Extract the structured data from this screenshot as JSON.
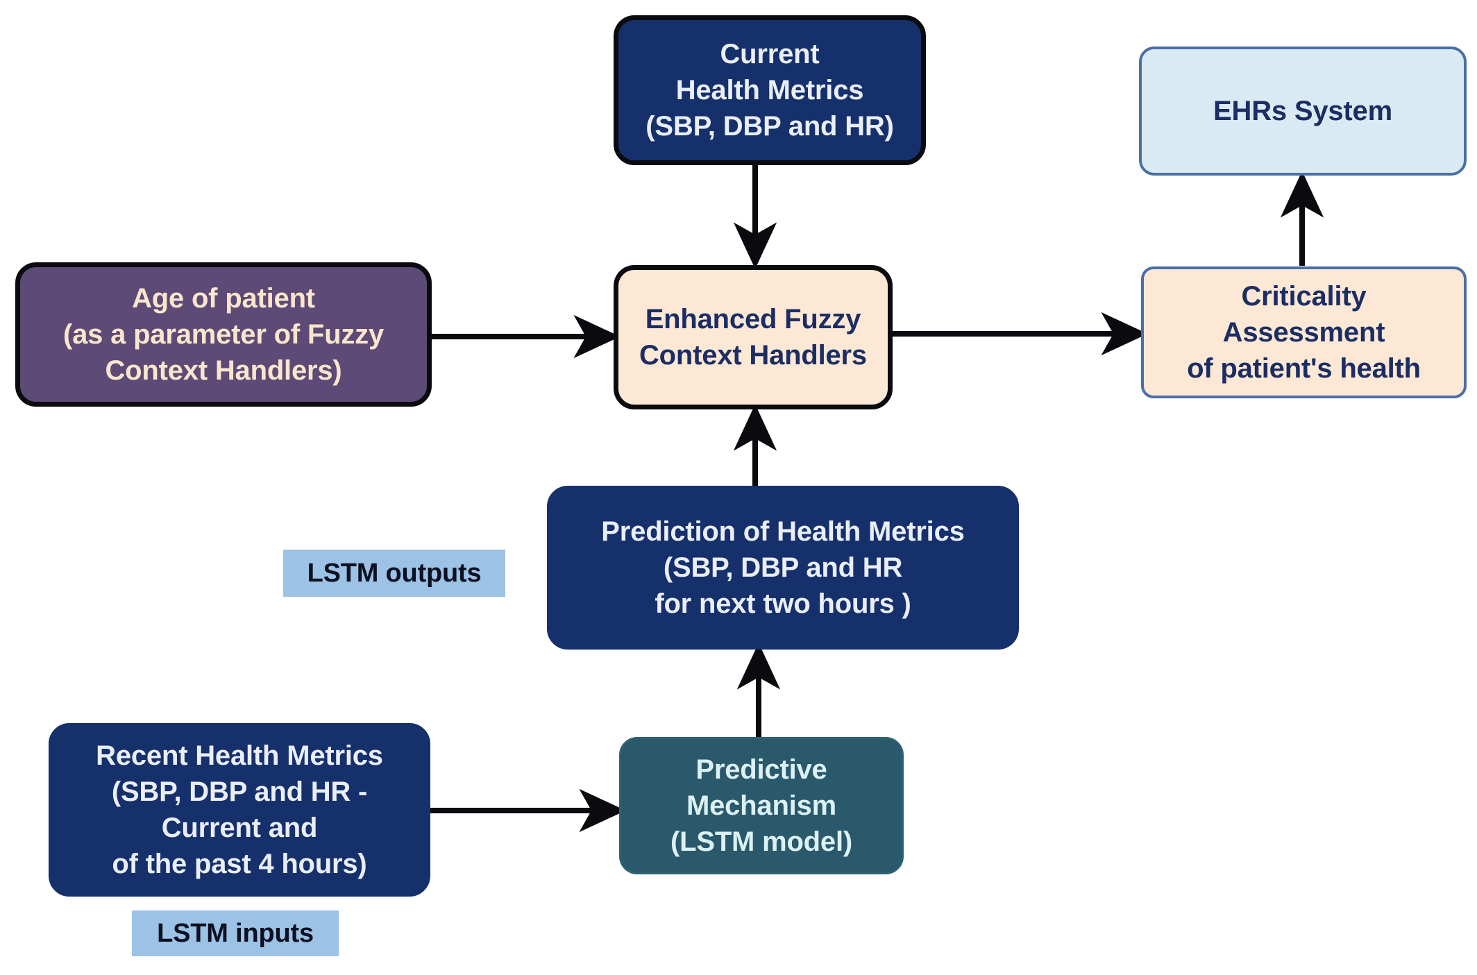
{
  "diagram": {
    "title": "Enhanced Fuzzy Context Handlers with LSTM prediction pipeline",
    "background": "#ffffff",
    "colors": {
      "navy": "#16306b",
      "navy_text": "#e9eef8",
      "purple": "#5d4a76",
      "purple_text": "#fbe6cd",
      "peach": "#fce8d5",
      "peach_text": "#1b2d63",
      "light_blue": "#daeaf3",
      "blue_border": "#4a6fa5",
      "teal": "#29596b",
      "teal_text": "#ddf1f5",
      "tag_fill": "#9cc2e5",
      "tag_text": "#0c1020",
      "arrow": "#0b0b0f",
      "black_border": "#0b0b0f"
    },
    "nodes": [
      {
        "id": "current-health-metrics",
        "label": "Current\nHealth Metrics\n(SBP, DBP and HR)",
        "style": "navy-black-border"
      },
      {
        "id": "ehrs-system",
        "label": "EHRs System",
        "style": "light-blue-blue-border"
      },
      {
        "id": "age-of-patient",
        "label": "Age of patient\n(as a parameter of Fuzzy\nContext Handlers)",
        "style": "purple-black-border"
      },
      {
        "id": "enhanced-fuzzy-context-handlers",
        "label": "Enhanced Fuzzy\nContext Handlers",
        "style": "peach-black-border"
      },
      {
        "id": "criticality-assessment",
        "label": "Criticality\nAssessment\nof patient's health",
        "style": "peach-blue-border"
      },
      {
        "id": "prediction-of-health-metrics",
        "label": "Prediction of Health Metrics\n(SBP, DBP and HR\nfor next two hours )",
        "style": "navy-plain"
      },
      {
        "id": "recent-health-metrics",
        "label": "Recent Health Metrics\n(SBP, DBP and HR -\nCurrent and\nof the past 4 hours)",
        "style": "navy-plain"
      },
      {
        "id": "predictive-mechanism",
        "label": "Predictive\nMechanism\n(LSTM model)",
        "style": "teal"
      }
    ],
    "tags": [
      {
        "id": "lstm-outputs",
        "label": "LSTM outputs"
      },
      {
        "id": "lstm-inputs",
        "label": "LSTM inputs"
      }
    ],
    "edges": [
      {
        "id": "edge-current-to-fuzzy",
        "from": "current-health-metrics",
        "to": "enhanced-fuzzy-context-handlers",
        "direction": "down"
      },
      {
        "id": "edge-age-to-fuzzy",
        "from": "age-of-patient",
        "to": "enhanced-fuzzy-context-handlers",
        "direction": "right"
      },
      {
        "id": "edge-fuzzy-to-criticality",
        "from": "enhanced-fuzzy-context-handlers",
        "to": "criticality-assessment",
        "direction": "right"
      },
      {
        "id": "edge-criticality-to-ehrs",
        "from": "criticality-assessment",
        "to": "ehrs-system",
        "direction": "up"
      },
      {
        "id": "edge-prediction-to-fuzzy",
        "from": "prediction-of-health-metrics",
        "to": "enhanced-fuzzy-context-handlers",
        "direction": "up"
      },
      {
        "id": "edge-mechanism-to-prediction",
        "from": "predictive-mechanism",
        "to": "prediction-of-health-metrics",
        "direction": "up"
      },
      {
        "id": "edge-recent-to-mechanism",
        "from": "recent-health-metrics",
        "to": "predictive-mechanism",
        "direction": "right"
      }
    ]
  }
}
